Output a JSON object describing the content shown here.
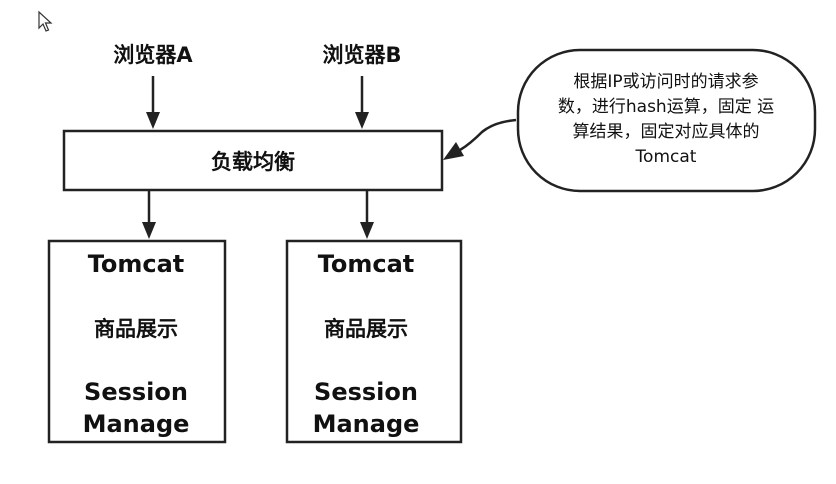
{
  "browsers": [
    {
      "label": "浏览器A"
    },
    {
      "label": "浏览器B"
    }
  ],
  "load_balancer": {
    "label": "负载均衡"
  },
  "servers": [
    {
      "name": "Tomcat",
      "function": "商品展示",
      "session_line1": "Session",
      "session_line2": "Manage"
    },
    {
      "name": "Tomcat",
      "function": "商品展示",
      "session_line1": "Session",
      "session_line2": "Manage"
    }
  ],
  "note": {
    "line1": "根据IP或访问时的请求参",
    "line2": "数，进行hash运算，固定 运",
    "line3": "算结果，固定对应具体的",
    "line4": "Tomcat"
  },
  "colors": {
    "stroke": "#222222",
    "text": "#111111",
    "background": "#ffffff"
  },
  "icons": {
    "cursor": "mouse-pointer-icon"
  }
}
